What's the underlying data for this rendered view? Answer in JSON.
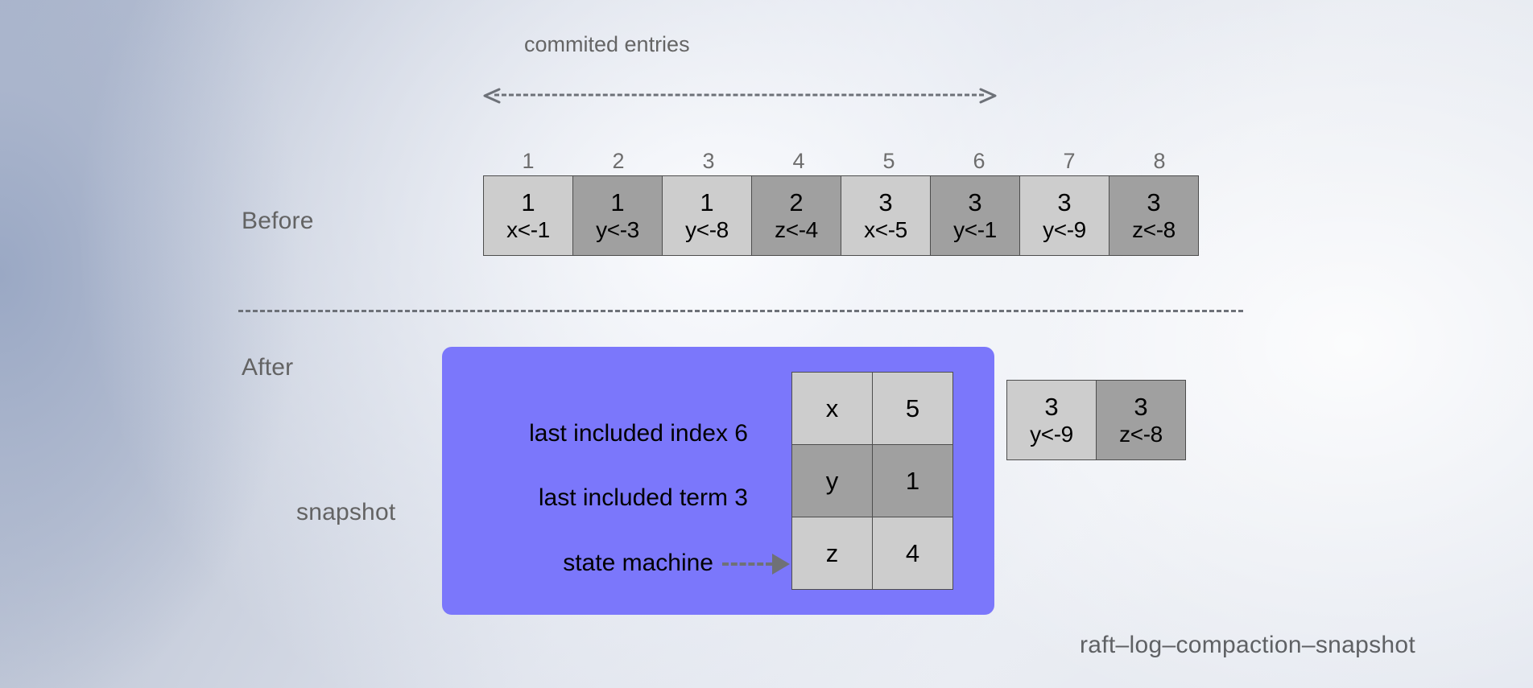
{
  "figure": {
    "caption": "raft–log–compaction–snapshot",
    "top_label": "commited entries",
    "row_labels": {
      "before": "Before",
      "after": "After",
      "snapshot": "snapshot"
    }
  },
  "colors": {
    "snapshot_panel": "#7b77fb",
    "cell_light": "#cdcdcd",
    "cell_dark": "#a0a0a0",
    "cell_border": "#4d4d4d",
    "label_gray": "#636363",
    "dashed_gray": "#6d7178"
  },
  "before_log": {
    "indices": [
      "1",
      "2",
      "3",
      "4",
      "5",
      "6",
      "7",
      "8"
    ],
    "entries": [
      {
        "index": "1",
        "term": "1",
        "command": "x<-1",
        "shade": "light"
      },
      {
        "index": "2",
        "term": "1",
        "command": "y<-3",
        "shade": "dark"
      },
      {
        "index": "3",
        "term": "1",
        "command": "y<-8",
        "shade": "light"
      },
      {
        "index": "4",
        "term": "2",
        "command": "z<-4",
        "shade": "dark"
      },
      {
        "index": "5",
        "term": "3",
        "command": "x<-5",
        "shade": "light"
      },
      {
        "index": "6",
        "term": "3",
        "command": "y<-1",
        "shade": "dark"
      },
      {
        "index": "7",
        "term": "3",
        "command": "y<-9",
        "shade": "light"
      },
      {
        "index": "8",
        "term": "3",
        "command": "z<-8",
        "shade": "dark"
      }
    ]
  },
  "snapshot": {
    "last_included_index": "last included index 6",
    "last_included_term": "last included term 3",
    "state_machine_label": "state machine",
    "state_machine": [
      {
        "key": "x",
        "value": "5",
        "shade": "light"
      },
      {
        "key": "y",
        "value": "1",
        "shade": "dark"
      },
      {
        "key": "z",
        "value": "4",
        "shade": "light"
      }
    ]
  },
  "after_log": {
    "entries": [
      {
        "term": "3",
        "command": "y<-9",
        "shade": "light"
      },
      {
        "term": "3",
        "command": "z<-8",
        "shade": "dark"
      }
    ]
  }
}
